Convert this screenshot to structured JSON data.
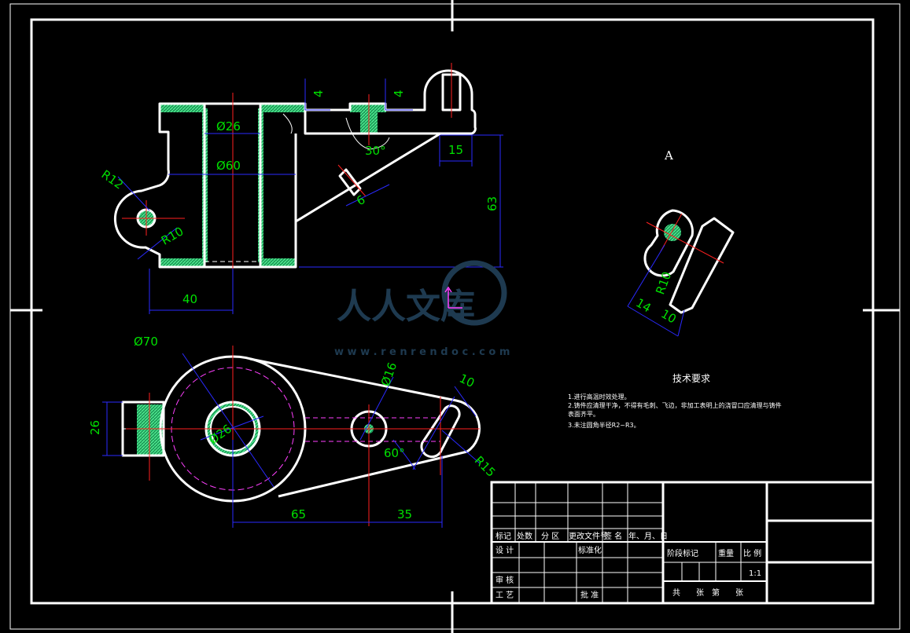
{
  "colors": {
    "background": "#000000",
    "outline": "#ffffff",
    "dimension": "#00e000",
    "centerline": "#ff2020",
    "dimline": "#2a2aff",
    "section": "#2fd27a",
    "hidden": "#ff40ff",
    "watermark": "#1e3a50"
  },
  "views": {
    "front": {
      "dims": {
        "d26": "Ø26",
        "d60": "Ø60",
        "r12": "R12",
        "r10": "R10",
        "d40": "40",
        "t4a": "4",
        "t4b": "4",
        "a30": "30°",
        "d15": "15",
        "d63": "63",
        "d6": "6"
      }
    },
    "top": {
      "dims": {
        "d70": "Ø70",
        "d26": "Ø26",
        "d16": "Ø16",
        "d10": "10",
        "d26h": "26",
        "a60": "60°",
        "r15": "R15",
        "d65": "65",
        "d35": "35"
      }
    },
    "aux": {
      "label": "A",
      "dims": {
        "r10": "R10",
        "d14": "14",
        "d10": "10"
      }
    }
  },
  "watermark": {
    "text": "人人文库",
    "url": "w w w . r e n r e n d o c . c o m"
  },
  "tech": {
    "title": "技术要求",
    "lines": [
      "1.进行高温时效处理。",
      "2.铸件应清理干净，不得有毛刺、飞边，非加工表明上的浇冒口应清理与铸件",
      "表面齐平。",
      "3.未注圆角半径R2~R3。"
    ]
  },
  "titleblock": {
    "mark": "标记",
    "count": "处数",
    "zone": "分 区",
    "change_no": "更改文件号",
    "sign": "签 名",
    "date": "年、月、日",
    "design": "设 计",
    "standard": "标准化",
    "stage": "阶段标记",
    "weight": "重量",
    "scale_label": "比 例",
    "scale": "1:1",
    "review": "审 核",
    "process": "工 艺",
    "approve": "批 准",
    "sheets": "共　　张　第　　张"
  }
}
